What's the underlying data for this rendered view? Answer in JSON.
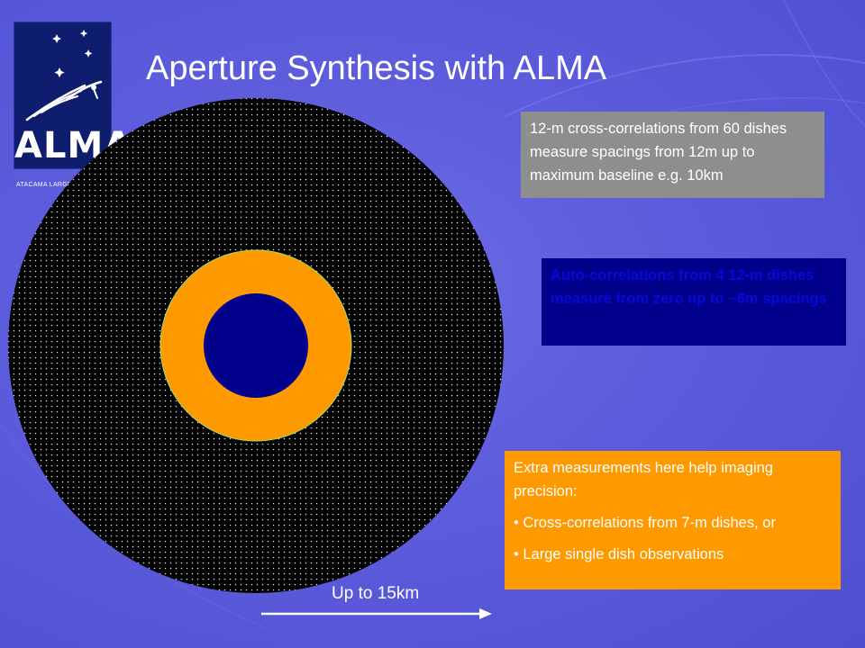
{
  "colors": {
    "background": "#5c5cdc",
    "logo_bg": "#0f1d6e",
    "uv_outer": "#000000",
    "uv_dots": "#ffffff",
    "uv_middle_ring": "#ff9900",
    "uv_inner": "#00008b",
    "box_cross": "#8e8e8e",
    "box_auto": "#00008b",
    "box_auto_text": "#0808d8",
    "box_extra": "#ff9900",
    "text": "#ffffff"
  },
  "logo": {
    "wordmark": "ALMA",
    "subtitle": "ATACAMA LARGE MILLIMETER"
  },
  "title": "Aperture Synthesis with ALMA",
  "boxes": {
    "cross_correlations": "12-m cross-correlations from 60 dishes measure spacings from 12m up to maximum baseline e.g. 10km",
    "auto_correlations": "Auto-correlations from 4 12-m dishes measure from zero up to ~6m spacings",
    "extra": {
      "intro": "Extra measurements here help imaging precision:",
      "bullet_1": "• Cross-correlations from 7-m dishes, or",
      "bullet_2": "• Large single dish observations"
    }
  },
  "scale": {
    "label": "Up to 15km"
  }
}
